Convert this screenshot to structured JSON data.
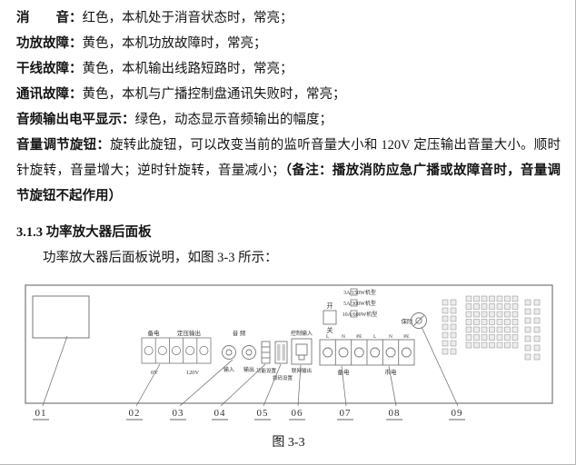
{
  "doc": {
    "lines": [
      {
        "label": "消　　音：",
        "body": "红色，本机处于消音状态时，常亮；"
      },
      {
        "label": "功放故障：",
        "body": "黄色，本机功放故障时，常亮；"
      },
      {
        "label": "干线故障：",
        "body": "黄色，本机输出线路短路时，常亮；"
      },
      {
        "label": "通讯故障：",
        "body": "黄色，本机与广播控制盘通讯失败时，常亮；"
      },
      {
        "label": "音频输出电平显示：",
        "body": "绿色，动态显示音频输出的幅度；"
      },
      {
        "label": "音量调节旋钮：",
        "body": "旋转此旋钮，可以改变当前的监听音量大小和 120V 定压输出音量大小。顺时针旋转，音量增大；逆时针旋转，音量减小；",
        "note": "（备注：播放消防应急广播或故障音时，音量调节旋钮不起作用）"
      }
    ],
    "section_heading": "3.1.3 功率放大器后面板",
    "intro": "功率放大器后面板说明，如图 3-3 所示：",
    "figure_caption": "图 3-3"
  },
  "diagram": {
    "callouts": [
      "01",
      "02",
      "03",
      "04",
      "05",
      "06",
      "07",
      "08",
      "09"
    ],
    "labels": {
      "backup": "备电",
      "cv_output": "定压输出",
      "v0": "0V",
      "v120": "120V",
      "audio": "音 频",
      "input": "输入",
      "output": "输出",
      "func_set": "功能设置",
      "dip_set": "拨码设置",
      "ctrl_input": "控制输入",
      "net_output": "联网输出",
      "sw_on": "开",
      "sw_off": "关",
      "models": [
        "3A/150W机型",
        "5A/300W机型",
        "10A/600W机型"
      ],
      "terminals": [
        "L",
        "N",
        "PE",
        "L",
        "N",
        "PE"
      ],
      "mains_backup": "备电",
      "mains": "市电",
      "fuse": "保险"
    }
  }
}
